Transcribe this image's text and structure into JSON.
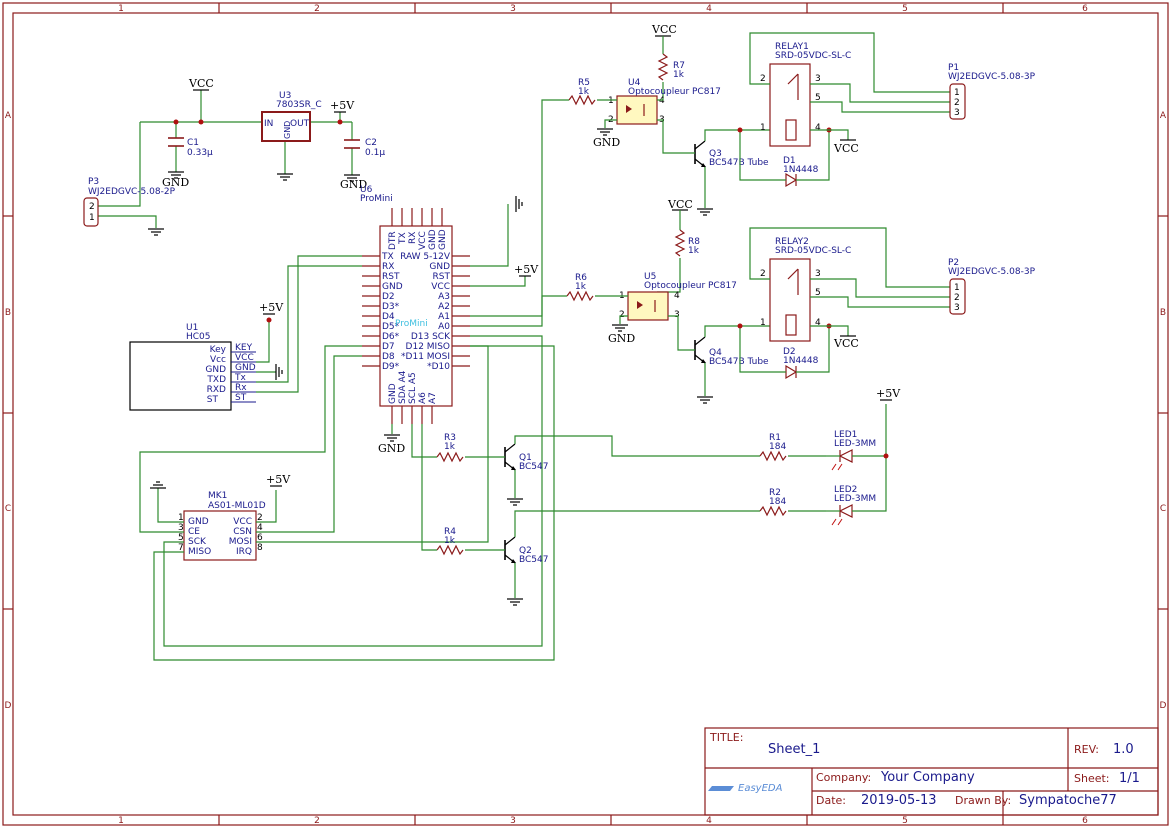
{
  "frame": {
    "col_labels": [
      "1",
      "2",
      "3",
      "4",
      "5",
      "6"
    ],
    "row_labels": [
      "A",
      "B",
      "C",
      "D"
    ]
  },
  "title_block": {
    "title_label": "TITLE:",
    "title": "Sheet_1",
    "rev_label": "REV:",
    "rev": "1.0",
    "company_label": "Company:",
    "company": "Your Company",
    "sheet_label": "Sheet:",
    "sheet": "1/1",
    "date_label": "Date:",
    "date": "2019-05-13",
    "drawn_label": "Drawn By:",
    "drawn": "Sympatoche77",
    "logo": "EasyEDA"
  },
  "power": {
    "vcc": "VCC",
    "gnd": "GND",
    "p5v": "+5V"
  },
  "u3": {
    "ref": "U3",
    "value": "7803SR_C",
    "in": "IN",
    "out": "OUT",
    "gnd": "GND"
  },
  "c1": {
    "ref": "C1",
    "value": "0.33µ"
  },
  "c2": {
    "ref": "C2",
    "value": "0.1µ"
  },
  "p3": {
    "ref": "P3",
    "value": "WJ2EDGVC-5.08-2P",
    "pin2": "2",
    "pin1": "1"
  },
  "u6": {
    "ref": "U6",
    "value": "ProMini",
    "watermark": "ProMini",
    "top_pins": [
      "DTR",
      "TX",
      "RX",
      "VCC",
      "GND",
      "GND"
    ],
    "left_pins": [
      "TX",
      "RX",
      "RST",
      "GND",
      "D2",
      "D3*",
      "D4",
      "D5*",
      "D6*",
      "D7",
      "D8",
      "D9*"
    ],
    "right_pins_a": [
      "RAW 5-12V",
      "GND",
      "RST",
      "VCC",
      "A3",
      "A2",
      "A1",
      "A0",
      "D13 SCK",
      "D12 MISO",
      "*D11 MOSI",
      "*D10"
    ],
    "bottom_pins": [
      "GND",
      "SDA A4",
      "SCL A5",
      "A6",
      "A7"
    ]
  },
  "u1": {
    "ref": "U1",
    "value": "HC05",
    "inner": [
      "Key",
      "Vcc",
      "GND",
      "TXD",
      "RXD",
      "ST"
    ],
    "outer": [
      "KEY",
      "VCC",
      "GND",
      "Tx",
      "Rx",
      "ST"
    ]
  },
  "mk1": {
    "ref": "MK1",
    "value": "AS01-ML01D",
    "left": [
      "GND",
      "CE",
      "SCK",
      "MISO"
    ],
    "left_nums": [
      "1",
      "3",
      "5",
      "7"
    ],
    "right": [
      "VCC",
      "CSN",
      "MOSI",
      "IRQ"
    ],
    "right_nums": [
      "2",
      "4",
      "6",
      "8"
    ]
  },
  "r1": {
    "ref": "R1",
    "value": "184"
  },
  "r2": {
    "ref": "R2",
    "value": "184"
  },
  "r3": {
    "ref": "R3",
    "value": "1k"
  },
  "r4": {
    "ref": "R4",
    "value": "1k"
  },
  "r5": {
    "ref": "R5",
    "value": "1k"
  },
  "r6": {
    "ref": "R6",
    "value": "1k"
  },
  "r7": {
    "ref": "R7",
    "value": "1k"
  },
  "r8": {
    "ref": "R8",
    "value": "1k"
  },
  "q1": {
    "ref": "Q1",
    "value": "BC547"
  },
  "q2": {
    "ref": "Q2",
    "value": "BC547"
  },
  "q3": {
    "ref": "Q3",
    "value": "BC547B Tube"
  },
  "q4": {
    "ref": "Q4",
    "value": "BC547B Tube"
  },
  "d1": {
    "ref": "D1",
    "value": "1N4448"
  },
  "d2": {
    "ref": "D2",
    "value": "1N4448"
  },
  "u4": {
    "ref": "U4",
    "value": "Optocoupleur PC817"
  },
  "u5": {
    "ref": "U5",
    "value": "Optocoupleur PC817"
  },
  "led1": {
    "ref": "LED1",
    "value": "LED-3MM"
  },
  "led2": {
    "ref": "LED2",
    "value": "LED-3MM"
  },
  "relay1": {
    "ref": "RELAY1",
    "value": "SRD-05VDC-SL-C"
  },
  "relay2": {
    "ref": "RELAY2",
    "value": "SRD-05VDC-SL-C"
  },
  "p1": {
    "ref": "P1",
    "value": "WJ2EDGVC-5.08-3P"
  },
  "p2": {
    "ref": "P2",
    "value": "WJ2EDGVC-5.08-3P"
  },
  "relay_pins": [
    "2",
    "3",
    "5",
    "1",
    "4"
  ],
  "conn3_pins": [
    "1",
    "2",
    "3"
  ],
  "opto_pins": [
    "1",
    "2",
    "3",
    "4"
  ]
}
